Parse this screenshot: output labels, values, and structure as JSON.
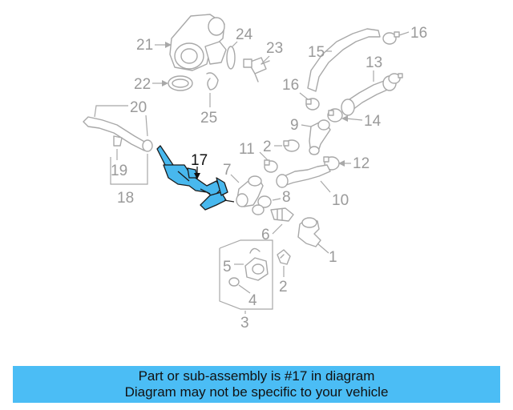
{
  "diagram": {
    "callouts": {
      "c1": "1",
      "c2a": "2",
      "c2b": "2",
      "c3": "3",
      "c4": "4",
      "c5": "5",
      "c6": "6",
      "c7": "7",
      "c8": "8",
      "c9": "9",
      "c10": "10",
      "c11": "11",
      "c12": "12",
      "c13": "13",
      "c14": "14",
      "c15": "15",
      "c16a": "16",
      "c16b": "16",
      "c17": "17",
      "c18": "18",
      "c19": "19",
      "c20": "20",
      "c21": "21",
      "c22": "22",
      "c23": "23",
      "c24": "24",
      "c25": "25"
    },
    "highlight_color": "#48b8ee",
    "line_color": "#a8a8a8"
  },
  "banner": {
    "line1": "Part or sub-assembly is #17 in diagram",
    "line2": "Diagram may not be specific to your vehicle",
    "color": "#4bbdf5"
  }
}
